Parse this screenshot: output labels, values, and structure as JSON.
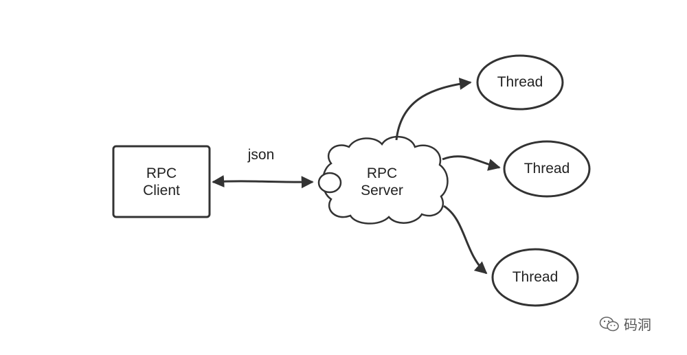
{
  "client": {
    "line1": "RPC",
    "line2": "Client"
  },
  "server": {
    "line1": "RPC",
    "line2": "Server"
  },
  "connector_label": "json",
  "threads": [
    "Thread",
    "Thread",
    "Thread"
  ],
  "watermark": {
    "text": "码洞",
    "icon": "wechat-icon"
  },
  "colors": {
    "stroke": "#333333",
    "text": "#222222",
    "background": "#ffffff"
  }
}
